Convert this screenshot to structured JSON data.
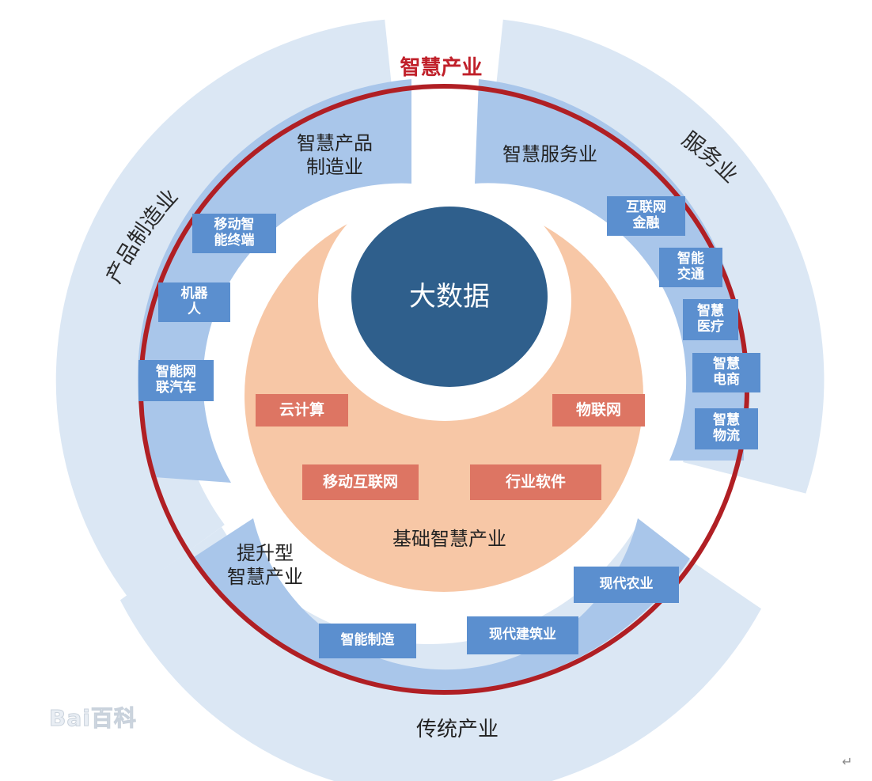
{
  "diagram": {
    "top_label": "智慧产业",
    "core": "大数据",
    "foundation": {
      "label": "基础智慧产业",
      "items": [
        "云计算",
        "物联网",
        "移动互联网",
        "行业软件"
      ]
    },
    "manufacturing": {
      "outer_label": "产品制造业",
      "inner_label_line1": "智慧产品",
      "inner_label_line2": "制造业",
      "items": [
        {
          "line1": "移动智",
          "line2": "能终端"
        },
        {
          "line1": "机器",
          "line2": "人"
        },
        {
          "line1": "智能网",
          "line2": "联汽车"
        }
      ]
    },
    "services": {
      "outer_label": "服务业",
      "inner_label": "智慧服务业",
      "items": [
        {
          "line1": "互联网",
          "line2": "金融"
        },
        {
          "line1": "智能",
          "line2": "交通"
        },
        {
          "line1": "智慧",
          "line2": "医疗"
        },
        {
          "line1": "智慧",
          "line2": "电商"
        },
        {
          "line1": "智慧",
          "line2": "物流"
        }
      ]
    },
    "traditional": {
      "outer_label": "传统产业",
      "inner_label_line1": "提升型",
      "inner_label_line2": "智慧产业",
      "items": [
        "智能制造",
        "现代建筑业",
        "现代农业"
      ]
    },
    "watermark": "Bai百科",
    "corner_mark": "↵",
    "colors": {
      "outer_ring": "#dbe7f4",
      "segment": "#a9c6ea",
      "item_box": "#5b8fcf",
      "foundation": "#f7c7a6",
      "foundation_item": "#dd7563",
      "core": "#2f5f8c",
      "highlight_ring": "#b01f24",
      "title": "#c0202a"
    }
  }
}
